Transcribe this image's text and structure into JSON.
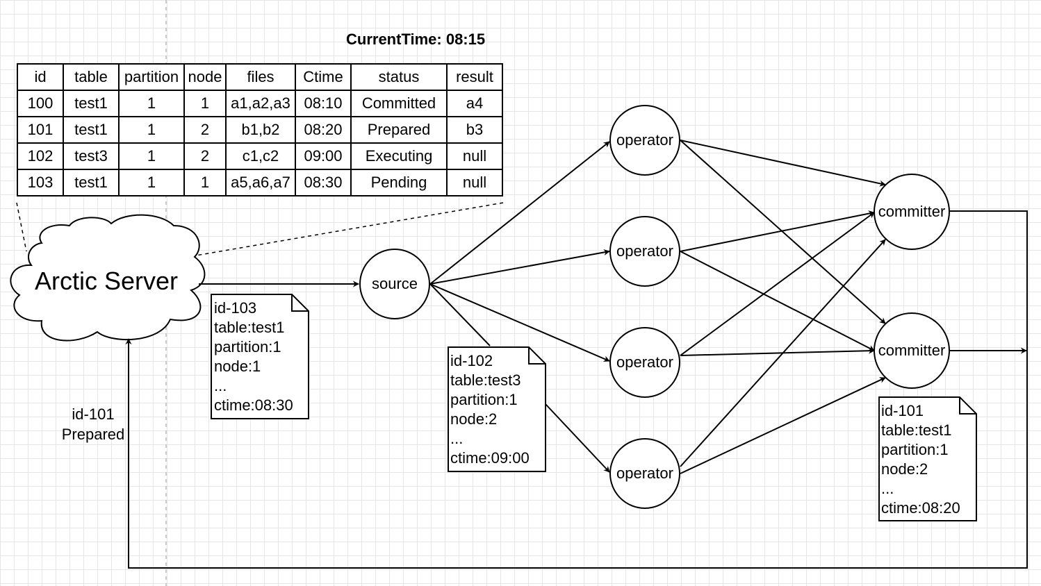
{
  "title": "CurrentTime: 08:15",
  "table": {
    "headers": [
      "id",
      "table",
      "partition",
      "node",
      "files",
      "Ctime",
      "status",
      "result"
    ],
    "rows": [
      [
        "100",
        "test1",
        "1",
        "1",
        "a1,a2,a3",
        "08:10",
        "Committed",
        "a4"
      ],
      [
        "101",
        "test1",
        "1",
        "2",
        "b1,b2",
        "08:20",
        "Prepared",
        "b3"
      ],
      [
        "102",
        "test3",
        "1",
        "2",
        "c1,c2",
        "09:00",
        "Executing",
        "null"
      ],
      [
        "103",
        "test1",
        "1",
        "1",
        "a5,a6,a7",
        "08:30",
        "Pending",
        "null"
      ]
    ]
  },
  "server": {
    "label": "Arctic Server"
  },
  "nodes": {
    "source": "source",
    "operator": "operator",
    "committer": "committer"
  },
  "notes": {
    "note_103": [
      "id-103",
      "table:test1",
      "partition:1",
      "node:1",
      "...",
      "ctime:08:30"
    ],
    "note_102": [
      "id-102",
      "table:test3",
      "partition:1",
      "node:2",
      "...",
      "ctime:09:00"
    ],
    "note_101": [
      "id-101",
      "table:test1",
      "partition:1",
      "node:2",
      "...",
      "ctime:08:20"
    ]
  },
  "feedback_label": [
    "id-101",
    "Prepared"
  ]
}
